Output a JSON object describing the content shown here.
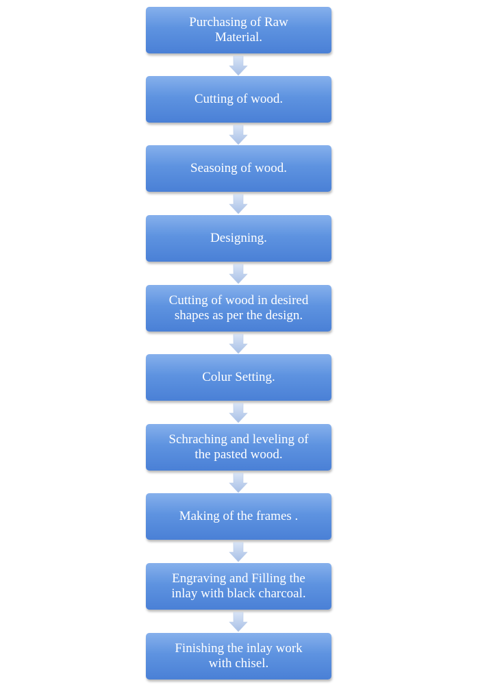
{
  "colors": {
    "box_top": "#86b0ec",
    "box_bottom": "#4a80d6",
    "arrow_top": "#d8e4f6",
    "arrow_bottom": "#a7bfe6",
    "label": "#ffffff"
  },
  "steps": [
    {
      "label": "Purchasing of Raw\nMaterial."
    },
    {
      "label": "Cutting of wood."
    },
    {
      "label": "Seasoing of wood."
    },
    {
      "label": "Designing."
    },
    {
      "label": "Cutting of wood in desired\nshapes as per the design."
    },
    {
      "label": "Colur Setting."
    },
    {
      "label": "Schraching and leveling of\nthe pasted wood."
    },
    {
      "label": "Making of the frames  ."
    },
    {
      "label": "Engraving and Filling the\ninlay with black  charcoal."
    },
    {
      "label": "Finishing the inlay work\nwith chisel."
    }
  ]
}
